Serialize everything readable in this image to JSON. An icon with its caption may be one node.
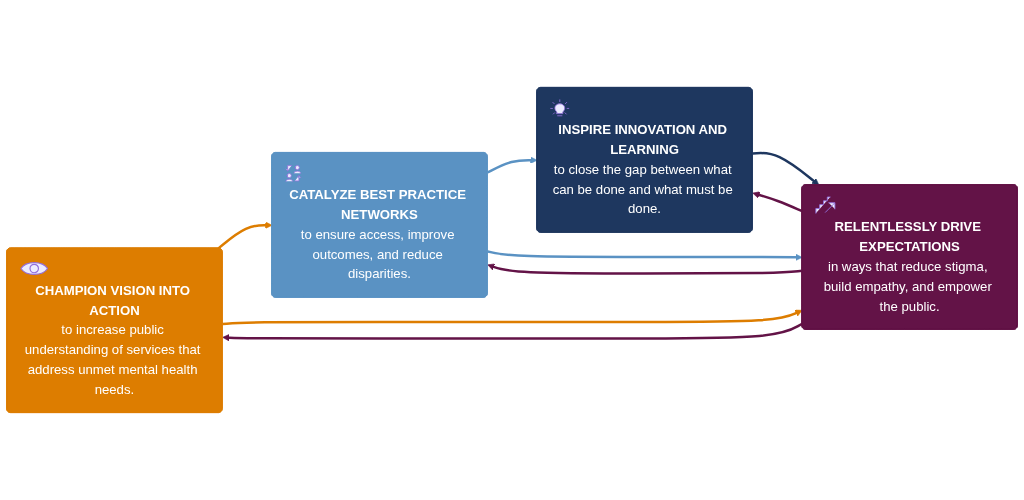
{
  "diagram": {
    "nodes": [
      {
        "text": [
          "CHAMPION VISION INTO ACTION",
          "to increase public understanding of services that address unmet mental health needs."
        ]
      },
      {
        "text": [
          "CATALYZE BEST PRACTICE NETWORKS",
          "to ensure access, improve outcomes, and reduce disparities."
        ]
      },
      {
        "text": [
          "INSPIRE INNOVATION AND LEARNING",
          "to close the gap between what can be done and what must be done."
        ]
      },
      {
        "text": [
          "RELENTLESSLY DRIVE EXPECTATIONS",
          "in ways that reduce stigma, build empathy, and empower the public."
        ]
      }
    ],
    "edges": [
      {
        "from": 0,
        "to": 1,
        "arrow": "to",
        "color": "#dd7d00"
      },
      {
        "from": 1,
        "to": 2,
        "arrow": "to",
        "color": "#5a92c3"
      },
      {
        "from": 0,
        "to": 3,
        "arrow": "to",
        "color": "#dd7d00"
      },
      {
        "from": 3,
        "to": 0,
        "arrow": "to",
        "color": "#631347"
      },
      {
        "from": 1,
        "to": 3,
        "arrow": "to",
        "color": "#5a92c3"
      },
      {
        "from": 3,
        "to": 1,
        "arrow": "to",
        "color": "#631347"
      },
      {
        "from": 2,
        "to": 3,
        "arrow": "to",
        "color": "#1e375f"
      },
      {
        "from": 3,
        "to": 2,
        "arrow": "to",
        "color": "#631347"
      }
    ]
  }
}
